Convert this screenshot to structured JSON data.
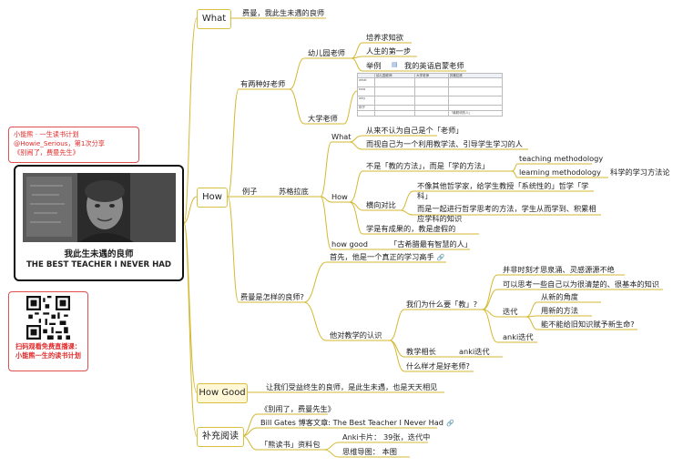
{
  "sidebar": {
    "note_lines": [
      "小能熊 · 一生读书计划",
      "@Howie_Serious，第1次分享",
      "《别闹了，费曼先生》"
    ],
    "central_title_cn": "我此生未遇的良师",
    "central_title_en": "THE BEST TEACHER I NEVER HAD",
    "qr_lines": [
      "扫码观看免费直播课：",
      "小能熊一生的读书计划"
    ]
  },
  "topics": {
    "what": "What",
    "how": "How",
    "how_good": "How Good",
    "extra": "补充阅读"
  },
  "what_branch": {
    "text": "费曼，我此生未遇的良师"
  },
  "how_branch": {
    "two_teachers": "有两种好老师",
    "kindergarten": "幼儿园老师",
    "kg_children": [
      "培养求知欲",
      "人生的第一步",
      "举例"
    ],
    "kg_example": "我的英语启蒙老师",
    "university": "大学老师",
    "example": "例子",
    "socrates": "苏格拉底",
    "soc_what": "What",
    "soc_what_items": [
      "从来不认为自己是个「老师」",
      "而视自己为一个利用教学法、引导学生学习的人"
    ],
    "soc_how": "How",
    "soc_how_1": "不是「教的方法」，而是「学的方法」",
    "teaching_methodology": "teaching methodology",
    "learning_methodology": "learning methodology",
    "learning_methodology_child": "科学的学习方法论",
    "contrast": "横向对比",
    "contrast_items": [
      "不像其他哲学家，给学生教授「系统性的」哲学「学科」",
      "而是一起进行哲学思考的方法，学生从而学到、积累相应学科的知识"
    ],
    "soc_how_3": "学是有成果的，教是虚假的",
    "how_good": "how good",
    "how_good_child": "「古希腊最有智慧的人」",
    "feynman_q": "费曼是怎样的良师?",
    "first": "首先，他是一个真正的学习高手",
    "teaching_view": "他对教学的认识",
    "why_teach": "我们为什么要「教」?",
    "why_items": [
      "并非时刻才思泉涌、灵感源源不绝",
      "可以思考一些自己以为很清楚的、很基本的知识"
    ],
    "iterate": "迭代",
    "iterate_items": [
      "从新的角度",
      "用新的方法",
      "能不能给旧知识赋予新生命?"
    ],
    "anki_iterate": "anki迭代",
    "teach_grow": "教学相长",
    "anki_iterate2": "anki迭代",
    "good_teacher_q": "什么样才是好老师?"
  },
  "how_good_branch": {
    "text": "让我们受益终生的良师，是此生未遇，也是天天相见"
  },
  "extra_branch": {
    "book": "《别闹了，费曼先生》",
    "blog": "Bill Gates 博客文章: The Best Teacher I Never Had",
    "materials": "「熊读书」资料包",
    "anki": "Anki卡片：  39张，迭代中",
    "mindmap": "思维导图：  本图"
  },
  "table": {
    "headers": [
      "幼儿园老师",
      "大学老师",
      "苏格拉底"
    ],
    "rows": [
      [
        "what",
        "",
        "",
        ""
      ],
      [
        "how",
        "",
        "",
        ""
      ],
      [
        "why",
        "",
        "",
        ""
      ],
      [
        "例子",
        "",
        "",
        ""
      ],
      [
        "",
        "",
        "",
        "「最聪明的人」"
      ]
    ]
  },
  "colors": {
    "branch": "#d4b830",
    "accent_red": "#e02a2a",
    "link_icon": "#4a7cc7"
  },
  "icons": [
    "link-icon",
    "note-icon",
    "qr-code-icon",
    "portrait-photo"
  ]
}
